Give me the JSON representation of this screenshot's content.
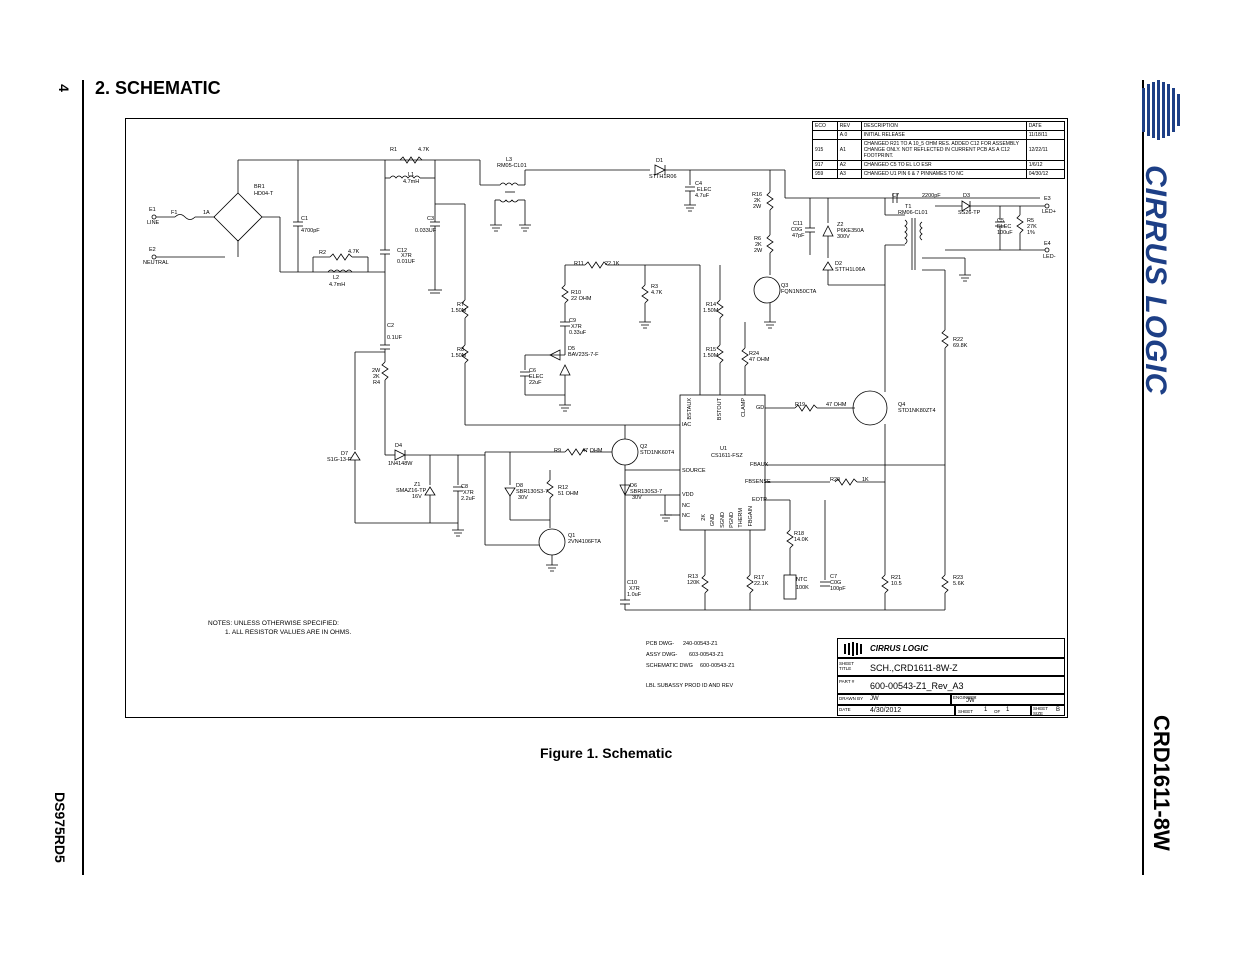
{
  "page": {
    "number": "4",
    "section_title": "2.  SCHEMATIC",
    "doc_id": "DS975RD5",
    "product": "CRD1611-8W",
    "brand": "CIRRUS LOGIC",
    "caption": "Figure 1.  Schematic"
  },
  "notes": {
    "heading": "NOTES: UNLESS OTHERWISE SPECIFIED:",
    "item1": "1. ALL RESISTOR VALUES ARE IN OHMS."
  },
  "revisions": {
    "headers": [
      "ECO",
      "REV",
      "DESCRIPTION",
      "DATE"
    ],
    "rows": [
      [
        "",
        "A.0",
        "INITIAL RELEASE",
        "11/18/11"
      ],
      [
        "915",
        "A1",
        "CHANGED R21 TO A 10_5 OHM RES. ADDED C12 FOR ASSEMBLY CHANGE ONLY. NOT REFLECTED IN CURRENT PCB AS A C12 FOOTPRINT.",
        "12/22/11"
      ],
      [
        "917",
        "A2",
        "CHANGED C5 TO EL LO ESR",
        "1/6/12"
      ],
      [
        "959",
        "A3",
        "CHANGED U1 PIN 6 & 7 PINNAMES TO NC",
        "04/30/12"
      ]
    ]
  },
  "titleblock": {
    "logo": "CIRRUS LOGIC",
    "sheet_title_label": "SHEET TITLE",
    "sheet_title": "SCH.,CRD1611-8W-Z",
    "part_label": "PART #",
    "part": "600-00543-Z1_Rev_A3",
    "drawn_label": "DRAWN BY",
    "drawn": "JW",
    "engineer_label": "ENGINEER",
    "engineer": "JW",
    "date_label": "DATE",
    "date": "4/30/2012",
    "sheet_label": "SHEET",
    "sheet": "1",
    "of_label": "OF",
    "of": "1",
    "size_label": "SHEET SIZE",
    "size": "B"
  },
  "dwgs": {
    "pcb_label": "PCB DWG-",
    "pcb": "240-00543-Z1",
    "assy_label": "ASSY DWG-",
    "assy": "603-00543-Z1",
    "sch_label": "SCHEMATIC DWG",
    "sch": "600-00543-Z1",
    "bom": "LBL SUBASSY PROD ID AND REV"
  },
  "labels": {
    "e1": "E1",
    "line": "LINE",
    "e2": "E2",
    "neutral": "NEUTRAL",
    "f1": "F1",
    "f1v": "1A",
    "br1": "BR1",
    "br1v": "HD04-T",
    "c1": "C1",
    "c1v": "4700pF",
    "r1": "R1",
    "r1v": "4.7K",
    "l1": "L1",
    "l1v": "4.7mH",
    "r2": "R2",
    "r2v": "4.7K",
    "l2": "L2",
    "l2v": "4.7mH",
    "c3": "C3",
    "c3v": "0.033UF",
    "c12": "C12",
    "c12t": "X7R",
    "c12v": "0.01UF",
    "l3": "L3",
    "l3v": "RM05-CL01",
    "d1": "D1",
    "d1v": "STTH1R06",
    "c4": "C4",
    "c4t": "ELEC",
    "c4v": "4.7uF",
    "c2": "C2",
    "c2v": "0.1UF",
    "r16": "R16",
    "r16v": "2K",
    "r16p": "2W",
    "r6": "R6",
    "r6v": "2K",
    "r6p": "2W",
    "c11": "C11",
    "c11t": "C0G",
    "c11v": "47pF",
    "z2": "Z2",
    "z2v": "P6KE350A",
    "z2b": "300V",
    "d2": "D2",
    "d2v": "STTH1L06A",
    "q3": "Q3",
    "q3v": "FQN1N50CTA",
    "c7": "C7",
    "cvv": "2200pF",
    "t1": "T1",
    "t1v": "RM06-CL01",
    "d3": "D3",
    "d3v": "SS26-TP",
    "c5": "C5",
    "c5t": "ELEC",
    "c5v": "100uF",
    "r5": "R5",
    "r5v": "27K",
    "r5t": "1%",
    "e3": "E3",
    "ledp": "LED+",
    "e4": "E4",
    "ledn": "LED-",
    "r11": "R11",
    "r11v": "22.1K",
    "r10": "R10",
    "r10v": "22 OHM",
    "r3": "R3",
    "r3v": "4.7K",
    "c9": "C9",
    "c9t": "X7R",
    "c9v": "0.33uF",
    "d5": "D5",
    "d5v": "BAV23S-7-F",
    "c6": "C6",
    "c6t": "ELEC",
    "c6v": "22uF",
    "r7": "R7",
    "r7v": "1.50M",
    "r8": "R8",
    "r8v": "1.50M",
    "r14": "R14",
    "r14v": "1.50M",
    "r15": "R15",
    "r15v": "1.50M",
    "r24": "R24",
    "r24v": "47 OHM",
    "r22": "R22",
    "r22v": "69.8K",
    "q4": "Q4",
    "q4v": "STD1NK80ZT4",
    "r19": "R19",
    "r19v": "47 OHM",
    "r4": "R4",
    "r4v": "2W",
    "r4k": "2K",
    "d7": "D7",
    "d7v": "S1G-13-F",
    "d4": "D4",
    "d4v": "1N4148W",
    "r9": "R9",
    "r9v": "47 OHM",
    "q2": "Q2",
    "q2v": "STD1NK60T4",
    "u1": "U1",
    "u1v": "CS1611-FSZ",
    "z1": "Z1",
    "z1v": "SMAZ16-TP",
    "z1b": "16V",
    "c8": "C8",
    "c8t": "X7R",
    "c8v": "2.2uF",
    "d8": "D8",
    "d8v": "SBR130S3-7",
    "d8b": "30V",
    "r12": "R12",
    "r12v": "51 OHM",
    "d6": "D6",
    "d6v": "SBR130S3-7",
    "d6b": "30V",
    "q1": "Q1",
    "q1v": "2VN4106FTA",
    "r20": "R20",
    "r20v": "1K",
    "r18": "R18",
    "r18v": "14.0K",
    "r13": "R13",
    "r13v": "120K",
    "r17": "R17",
    "r17v": "22.1K",
    "ntc": "NTC",
    "ntcv": "100K",
    "c7b": "C7",
    "c7bt": "C0G",
    "c7bv": "100pF",
    "r21": "R21",
    "r21v": "10.5",
    "r23": "R23",
    "r23v": "5.6K",
    "c10": "C10",
    "c10t": "X7R",
    "c10v": "1.0uF",
    "pin_bstaux": "BSTAUX",
    "pin_bstout": "BSTOUT",
    "pin_clamp": "CLAMP",
    "pin_iac": "IAC",
    "pin_source": "SOURCE",
    "pin_vdd": "VDD",
    "pin_nc1": "NC",
    "pin_nc2": "NC",
    "pin_gd": "GD",
    "pin_fbaux": "FBAUX",
    "pin_fbsense": "FBSENSE",
    "pin_eotp": "EOTP",
    "pin_gnd": "GND",
    "pin_sgnd": "SGND",
    "pin_pgnd": "PGND",
    "pin_therm": "THERM",
    "pin_fbgain": "FBGAIN",
    "pin_2k": "2K"
  }
}
